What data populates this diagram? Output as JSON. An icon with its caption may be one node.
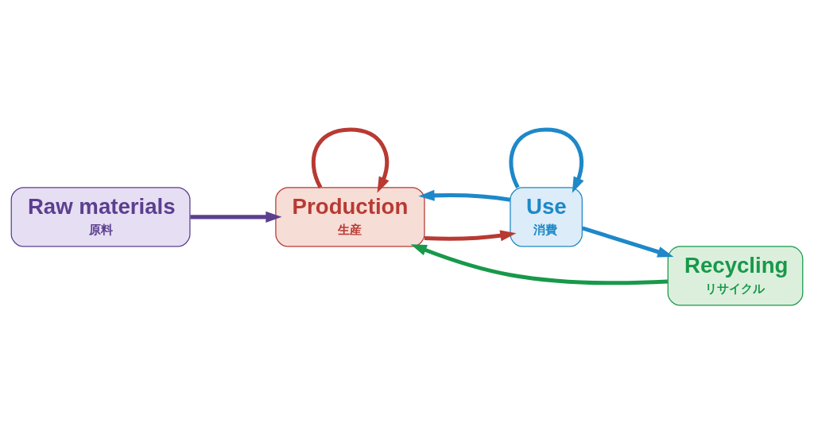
{
  "diagram": {
    "nodes": [
      {
        "text": [
          "Raw materials",
          "原料"
        ]
      },
      {
        "text": [
          "Production",
          "生産"
        ]
      },
      {
        "text": [
          "Use",
          "消費"
        ]
      },
      {
        "text": [
          "Recycling",
          "リサイクル"
        ]
      }
    ],
    "edges": [
      {
        "from": 0,
        "to": 1,
        "arrow": "to",
        "color": "#5b3f8f"
      },
      {
        "from": 1,
        "to": 2,
        "arrow": "to",
        "color": "#b83a32"
      },
      {
        "from": 1,
        "to": 1,
        "arrow": "to",
        "color": "#b83a32"
      },
      {
        "from": 2,
        "to": 2,
        "arrow": "to",
        "color": "#1e88c8"
      },
      {
        "from": 2,
        "to": 1,
        "arrow": "to",
        "color": "#1e88c8"
      },
      {
        "from": 2,
        "to": 3,
        "arrow": "to",
        "color": "#1e88c8"
      },
      {
        "from": 3,
        "to": 1,
        "arrow": "to",
        "color": "#17994a"
      }
    ]
  }
}
